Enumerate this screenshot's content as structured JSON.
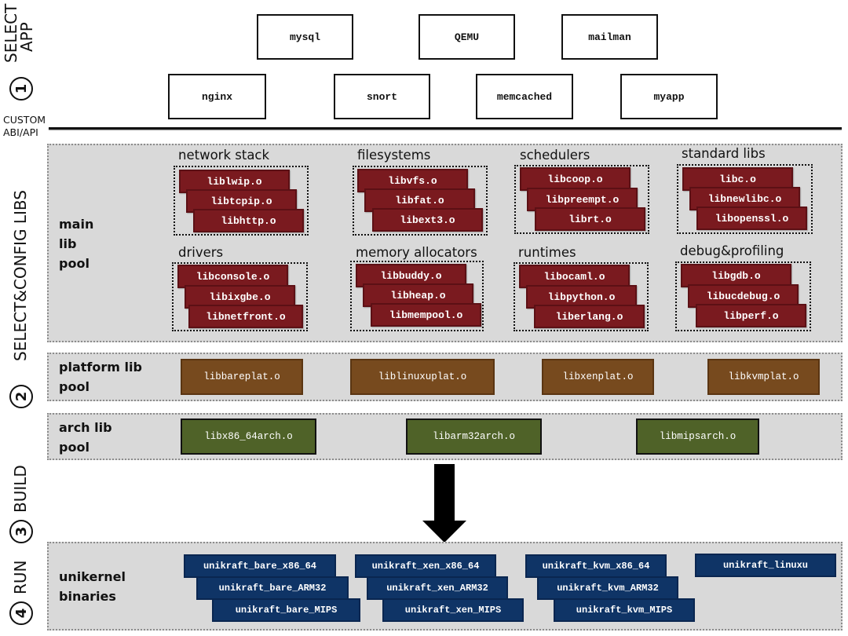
{
  "steps": {
    "step1": {
      "number": "1",
      "label": "SELECT APP",
      "line1": "SELECT",
      "line2": "APP"
    },
    "step2": {
      "number": "2",
      "label": "SELECT&CONFIG LIBS"
    },
    "step3": {
      "number": "3",
      "label": "BUILD"
    },
    "step4": {
      "number": "4",
      "label": "RUN"
    }
  },
  "custom_abi": {
    "line1": "CUSTOM",
    "line2": "ABI/API"
  },
  "apps": {
    "row1": [
      "mysql",
      "QEMU",
      "mailman"
    ],
    "row2": [
      "nginx",
      "snort",
      "memcached",
      "myapp"
    ]
  },
  "main_pool": {
    "label_lines": [
      "main",
      "lib",
      "pool"
    ],
    "groups": [
      {
        "title": "network stack",
        "libs": [
          "liblwip.o",
          "libtcpip.o",
          "libhttp.o"
        ]
      },
      {
        "title": "filesystems",
        "libs": [
          "libvfs.o",
          "libfat.o",
          "libext3.o"
        ]
      },
      {
        "title": "schedulers",
        "libs": [
          "libcoop.o",
          "libpreempt.o",
          "librt.o"
        ]
      },
      {
        "title": "standard libs",
        "libs": [
          "libc.o",
          "libnewlibc.o",
          "libopenssl.o"
        ]
      },
      {
        "title": "drivers",
        "libs": [
          "libconsole.o",
          "libixgbe.o",
          "libnetfront.o"
        ]
      },
      {
        "title": "memory allocators",
        "libs": [
          "libbuddy.o",
          "libheap.o",
          "libmempool.o"
        ]
      },
      {
        "title": "runtimes",
        "libs": [
          "libocaml.o",
          "libpython.o",
          "liberlang.o"
        ]
      },
      {
        "title": "debug&profiling",
        "libs": [
          "libgdb.o",
          "libucdebug.o",
          "libperf.o"
        ]
      }
    ]
  },
  "platform_pool": {
    "label_lines": [
      "platform lib",
      "pool"
    ],
    "libs": [
      "libbareplat.o",
      "liblinuxuplat.o",
      "libxenplat.o",
      "libkvmplat.o"
    ]
  },
  "arch_pool": {
    "label_lines": [
      "arch lib",
      "pool"
    ],
    "libs": [
      "libx86_64arch.o",
      "libarm32arch.o",
      "libmipsarch.o"
    ]
  },
  "binaries_pool": {
    "label_lines": [
      "unikernel",
      "binaries"
    ],
    "groups": [
      [
        "unikraft_bare_x86_64",
        "unikraft_bare_ARM32",
        "unikraft_bare_MIPS"
      ],
      [
        "unikraft_xen_x86_64",
        "unikraft_xen_ARM32",
        "unikraft_xen_MIPS"
      ],
      [
        "unikraft_kvm_x86_64",
        "unikraft_kvm_ARM32",
        "unikraft_kvm_MIPS"
      ],
      [
        "unikraft_linuxu"
      ]
    ]
  },
  "colors": {
    "main_lib": "#7a1a1f",
    "platform_lib": "#774a1e",
    "arch_lib": "#4f6228",
    "binary": "#0f3466",
    "pool_bg": "#d9d9d9"
  }
}
